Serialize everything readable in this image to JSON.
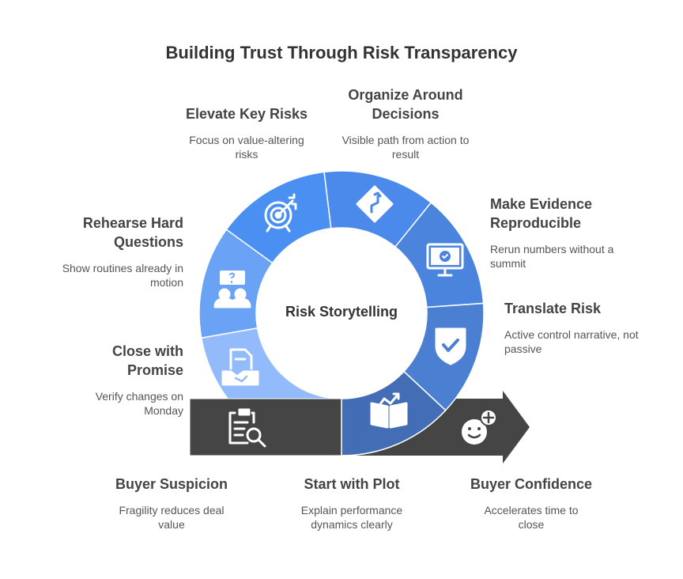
{
  "title": "Building Trust Through Risk Transparency",
  "center": "Risk Storytelling",
  "steps": [
    {
      "title": "Elevate Key Risks",
      "desc": "Focus on value-altering risks",
      "icon": "target-icon",
      "color": "#4a8ff2"
    },
    {
      "title": "Organize Around Decisions",
      "desc": "Visible path from action to result",
      "icon": "route-sign-icon",
      "color": "#4b8aea"
    },
    {
      "title": "Make Evidence Reproducible",
      "desc": "Rerun numbers without a summit",
      "icon": "monitor-check-icon",
      "color": "#4b84dc"
    },
    {
      "title": "Translate Risk",
      "desc": "Active control narrative, not passive",
      "icon": "shield-check-icon",
      "color": "#4b7fd1"
    },
    {
      "title": "Start with Plot",
      "desc": "Explain performance dynamics clearly",
      "icon": "book-chart-icon",
      "color": "#436db4"
    },
    {
      "title": "Close with Promise",
      "desc": "Verify changes on Monday",
      "icon": "handshake-document-icon",
      "color": "#93bbfb"
    },
    {
      "title": "Rehearse Hard Questions",
      "desc": "Show routines already in motion",
      "icon": "people-question-icon",
      "color": "#6aa3f6"
    }
  ],
  "start": {
    "title": "Buyer Suspicion",
    "desc": "Fragility reduces deal value",
    "icon": "clipboard-search-icon"
  },
  "end": {
    "title": "Buyer Confidence",
    "desc": "Accelerates time to close",
    "icon": "smiley-plus-icon"
  },
  "dark": "#454545"
}
